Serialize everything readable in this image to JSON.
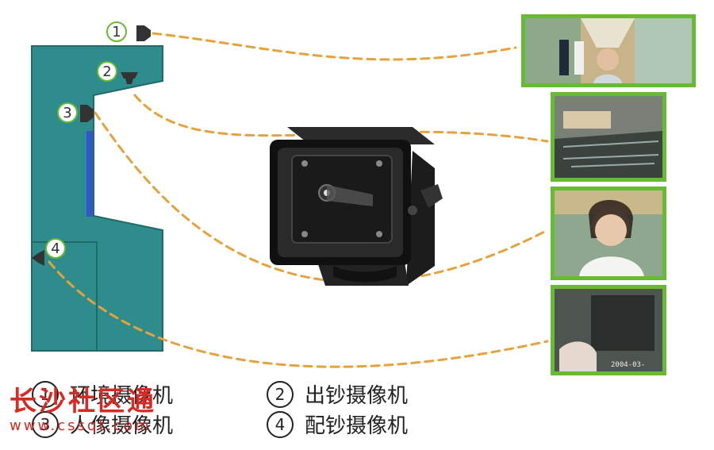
{
  "markers": [
    {
      "num": "1"
    },
    {
      "num": "2"
    },
    {
      "num": "3"
    },
    {
      "num": "4"
    }
  ],
  "legend": [
    {
      "num": "1",
      "label": "环境摄像机"
    },
    {
      "num": "2",
      "label": "出钞摄像机"
    },
    {
      "num": "3",
      "label": "人像摄像机"
    },
    {
      "num": "4",
      "label": "配钞摄像机"
    }
  ],
  "watermark": {
    "title": "长沙社区通",
    "url": "www.cssqt.com"
  },
  "thumbs": [
    {
      "scene": "lobby"
    },
    {
      "scene": "cash-slot"
    },
    {
      "scene": "face"
    },
    {
      "scene": "cash-box",
      "timestamp": "2004-03-"
    }
  ],
  "colors": {
    "atm": "#2e8c8c",
    "atm_edge": "#1f6a6a",
    "frame": "#66bb33",
    "dash": "#e6a23c",
    "screen": "#3355cc"
  }
}
